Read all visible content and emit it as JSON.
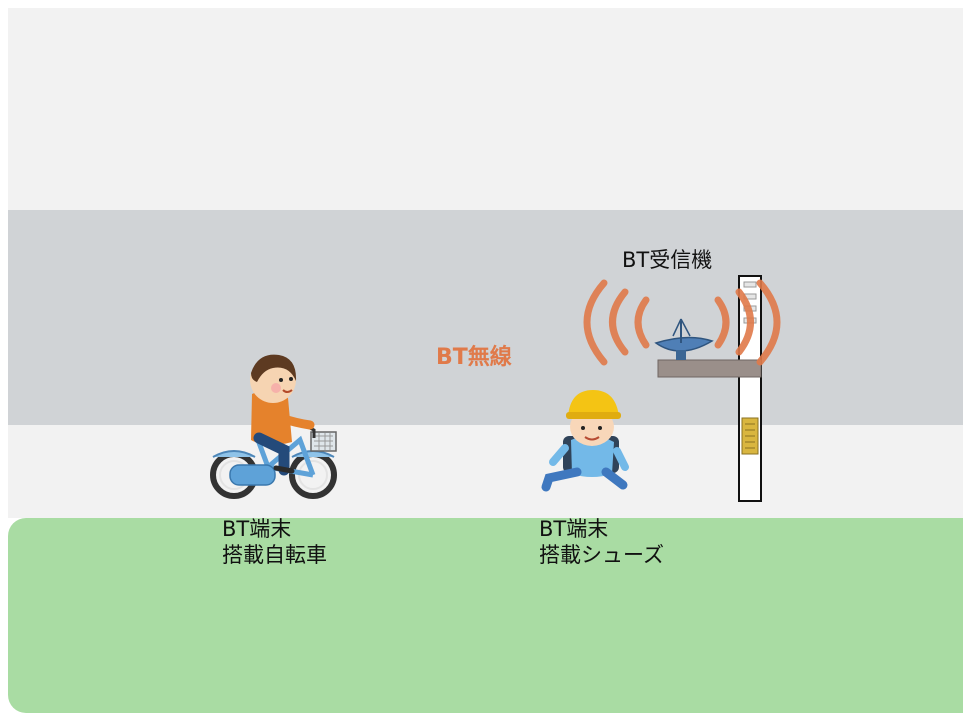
{
  "labels": {
    "receiver": "BT受信機",
    "wireless": "BT無線",
    "bicycle_line1": "BT端末",
    "bicycle_line2": "搭載自転車",
    "shoes_line1": "BT端末",
    "shoes_line2": "搭載シューズ"
  },
  "colors": {
    "sidewalk": "#f2f2f2",
    "road": "#d0d3d6",
    "grass": "#a9dca3",
    "signal_waves": "#e07a4a",
    "pole": "#ffffff"
  },
  "icons": [
    "bicycle-rider-icon",
    "child-runner-icon",
    "antenna-dish-icon",
    "signal-waves-icon",
    "utility-pole-icon"
  ]
}
